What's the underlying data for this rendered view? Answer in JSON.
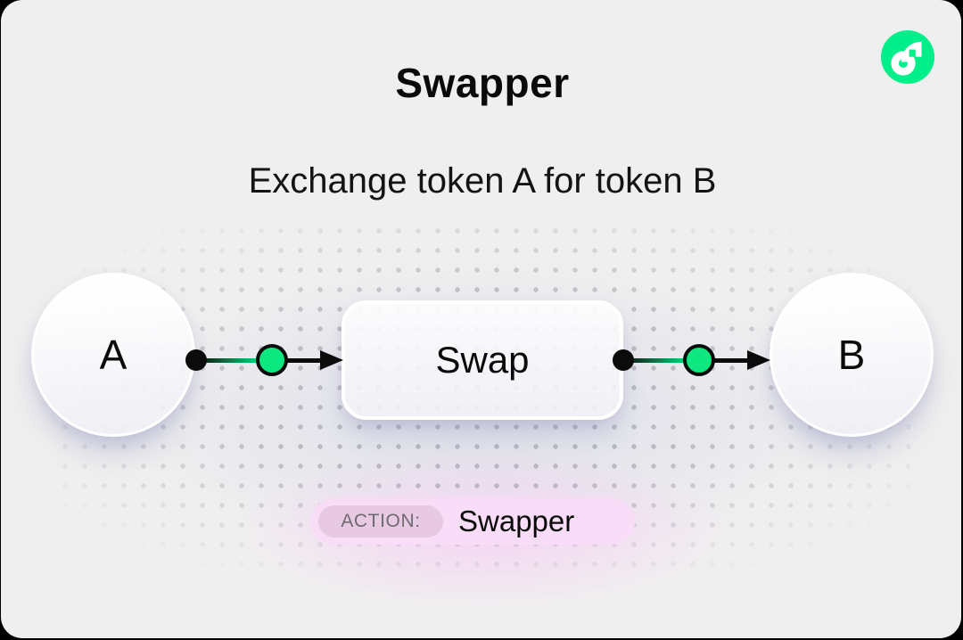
{
  "header": {
    "title": "Swapper",
    "subtitle": "Exchange token A for token B"
  },
  "logo": {
    "name": "flow-logo",
    "brand_color": "#00EF8B",
    "glyph_color": "#ffffff"
  },
  "diagram": {
    "nodes": [
      {
        "id": "input",
        "label": "A",
        "shape": "circle"
      },
      {
        "id": "process",
        "label": "Swap",
        "shape": "rounded-rect"
      },
      {
        "id": "output",
        "label": "B",
        "shape": "circle"
      }
    ],
    "connectors": [
      {
        "from": "A",
        "to": "Swap"
      },
      {
        "from": "Swap",
        "to": "B"
      }
    ],
    "port_color": "#0CE87F",
    "line_color": "#0B0B0B"
  },
  "badge": {
    "tag": "ACTION:",
    "value": "Swapper",
    "bg_color": "#F9DCF7",
    "tag_bg_color": "#E7C9E3",
    "tag_text_color": "#6F6B70"
  },
  "icons": {
    "logo": "flow-logo-icon",
    "port": "connection-port-icon",
    "dot": "connection-dot-icon",
    "arrow": "arrowhead-icon"
  },
  "colors": {
    "canvas_bg": "#EFEFEF",
    "frame": "#000000",
    "text": "#0B0B0B"
  }
}
